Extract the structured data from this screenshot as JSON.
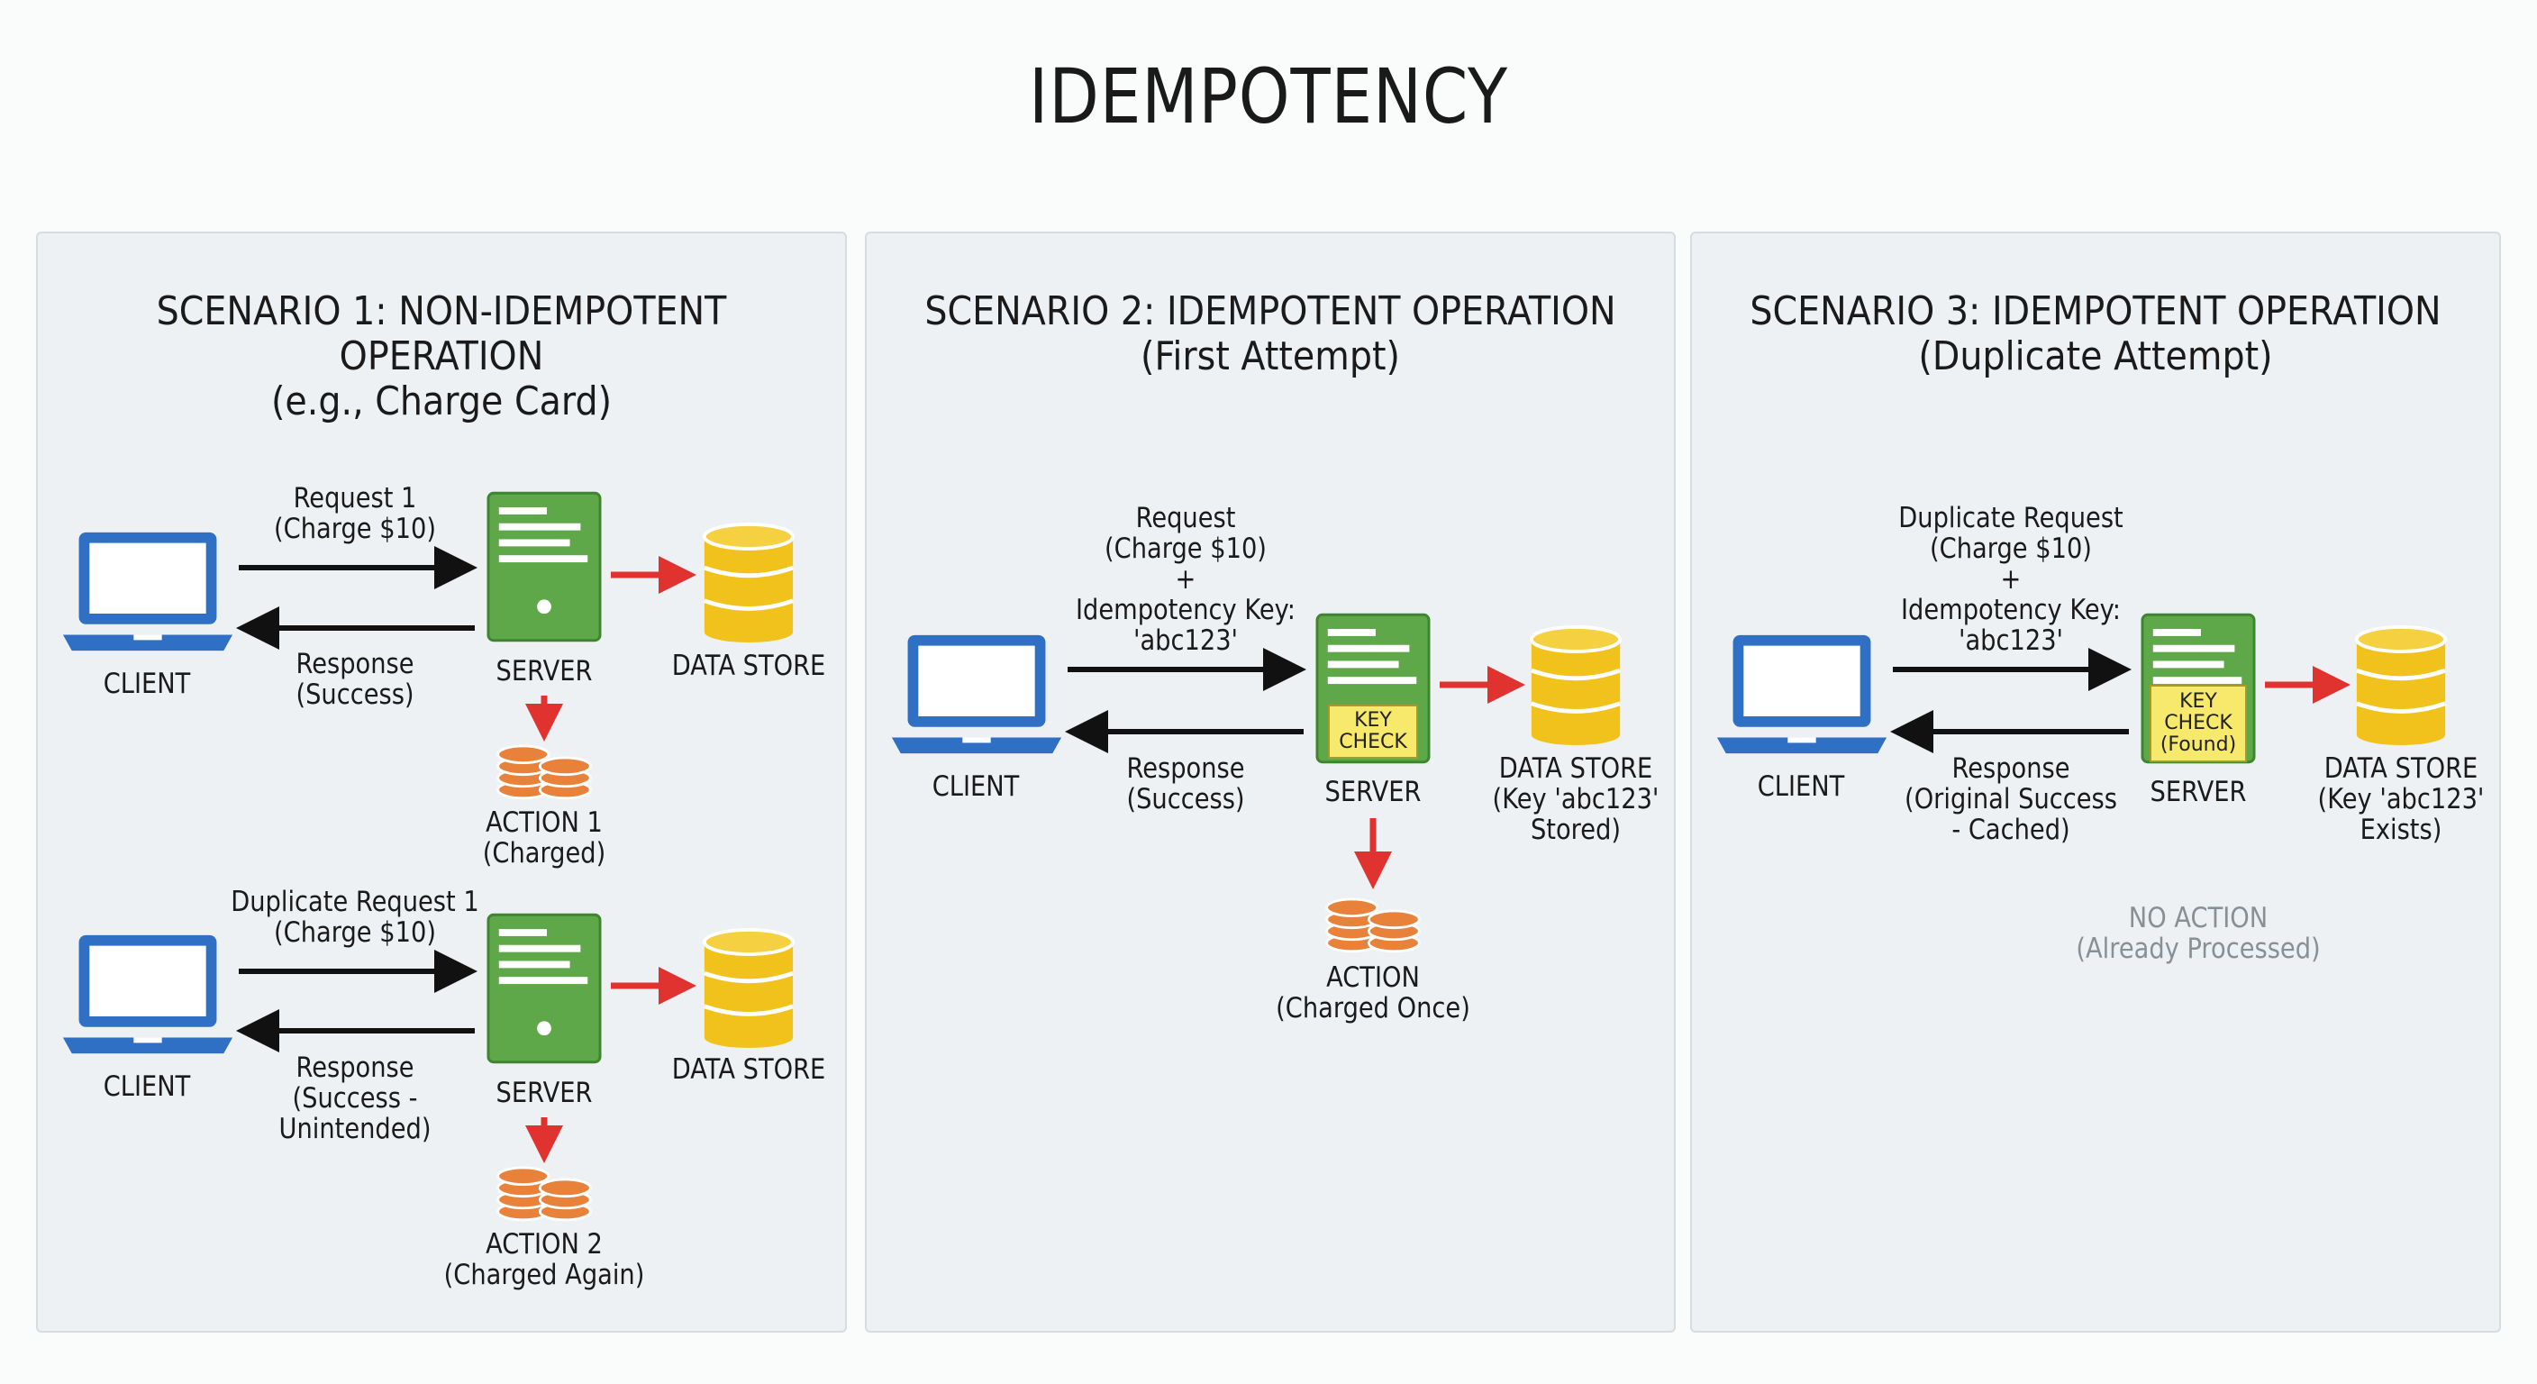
{
  "title": "IDEMPOTENCY",
  "colors": {
    "arrow": "#111111",
    "action_arrow": "#e0322e",
    "client": "#2f6fc4",
    "server": "#5fa84a",
    "datastore": "#f2c21c",
    "coins": "#e8813a",
    "keycheck": "#f7e96b"
  },
  "scenario1": {
    "title_line1": "SCENARIO 1: NON-IDEMPOTENT OPERATION",
    "title_line2": "(e.g., Charge Card)",
    "row1": {
      "client": "CLIENT",
      "server": "SERVER",
      "datastore": "DATA STORE",
      "request_line1": "Request 1",
      "request_line2": "(Charge $10)",
      "response_line1": "Response",
      "response_line2": "(Success)",
      "action_line1": "ACTION 1",
      "action_line2": "(Charged)"
    },
    "row2": {
      "client": "CLIENT",
      "server": "SERVER",
      "datastore": "DATA STORE",
      "request_line1": "Duplicate Request 1",
      "request_line2": "(Charge $10)",
      "response_line1": "Response",
      "response_line2": "(Success -",
      "response_line3": "Unintended)",
      "action_line1": "ACTION 2",
      "action_line2": "(Charged Again)"
    }
  },
  "scenario2": {
    "title_line1": "SCENARIO 2: IDEMPOTENT OPERATION",
    "title_line2": "(First Attempt)",
    "client": "CLIENT",
    "server": "SERVER",
    "key_check_line1": "KEY",
    "key_check_line2": "CHECK",
    "request_line1": "Request",
    "request_line2": "(Charge $10)",
    "request_line3": "+",
    "request_line4": "Idempotency Key:",
    "request_line5": "'abc123'",
    "response_line1": "Response",
    "response_line2": "(Success)",
    "datastore_line1": "DATA STORE",
    "datastore_line2": "(Key 'abc123'",
    "datastore_line3": "Stored)",
    "action_line1": "ACTION",
    "action_line2": "(Charged Once)"
  },
  "scenario3": {
    "title_line1": "SCENARIO 3: IDEMPOTENT OPERATION",
    "title_line2": "(Duplicate Attempt)",
    "client": "CLIENT",
    "server": "SERVER",
    "key_check_line1": "KEY",
    "key_check_line2": "CHECK",
    "key_check_line3": "(Found)",
    "request_line1": "Duplicate Request",
    "request_line2": "(Charge $10)",
    "request_line3": "+",
    "request_line4": "Idempotency Key:",
    "request_line5": "'abc123'",
    "response_line1": "Response",
    "response_line2": "(Original Success",
    "response_line3": "- Cached)",
    "datastore_line1": "DATA STORE",
    "datastore_line2": "(Key 'abc123'",
    "datastore_line3": "Exists)",
    "no_action_line1": "NO ACTION",
    "no_action_line2": "(Already Processed)"
  }
}
